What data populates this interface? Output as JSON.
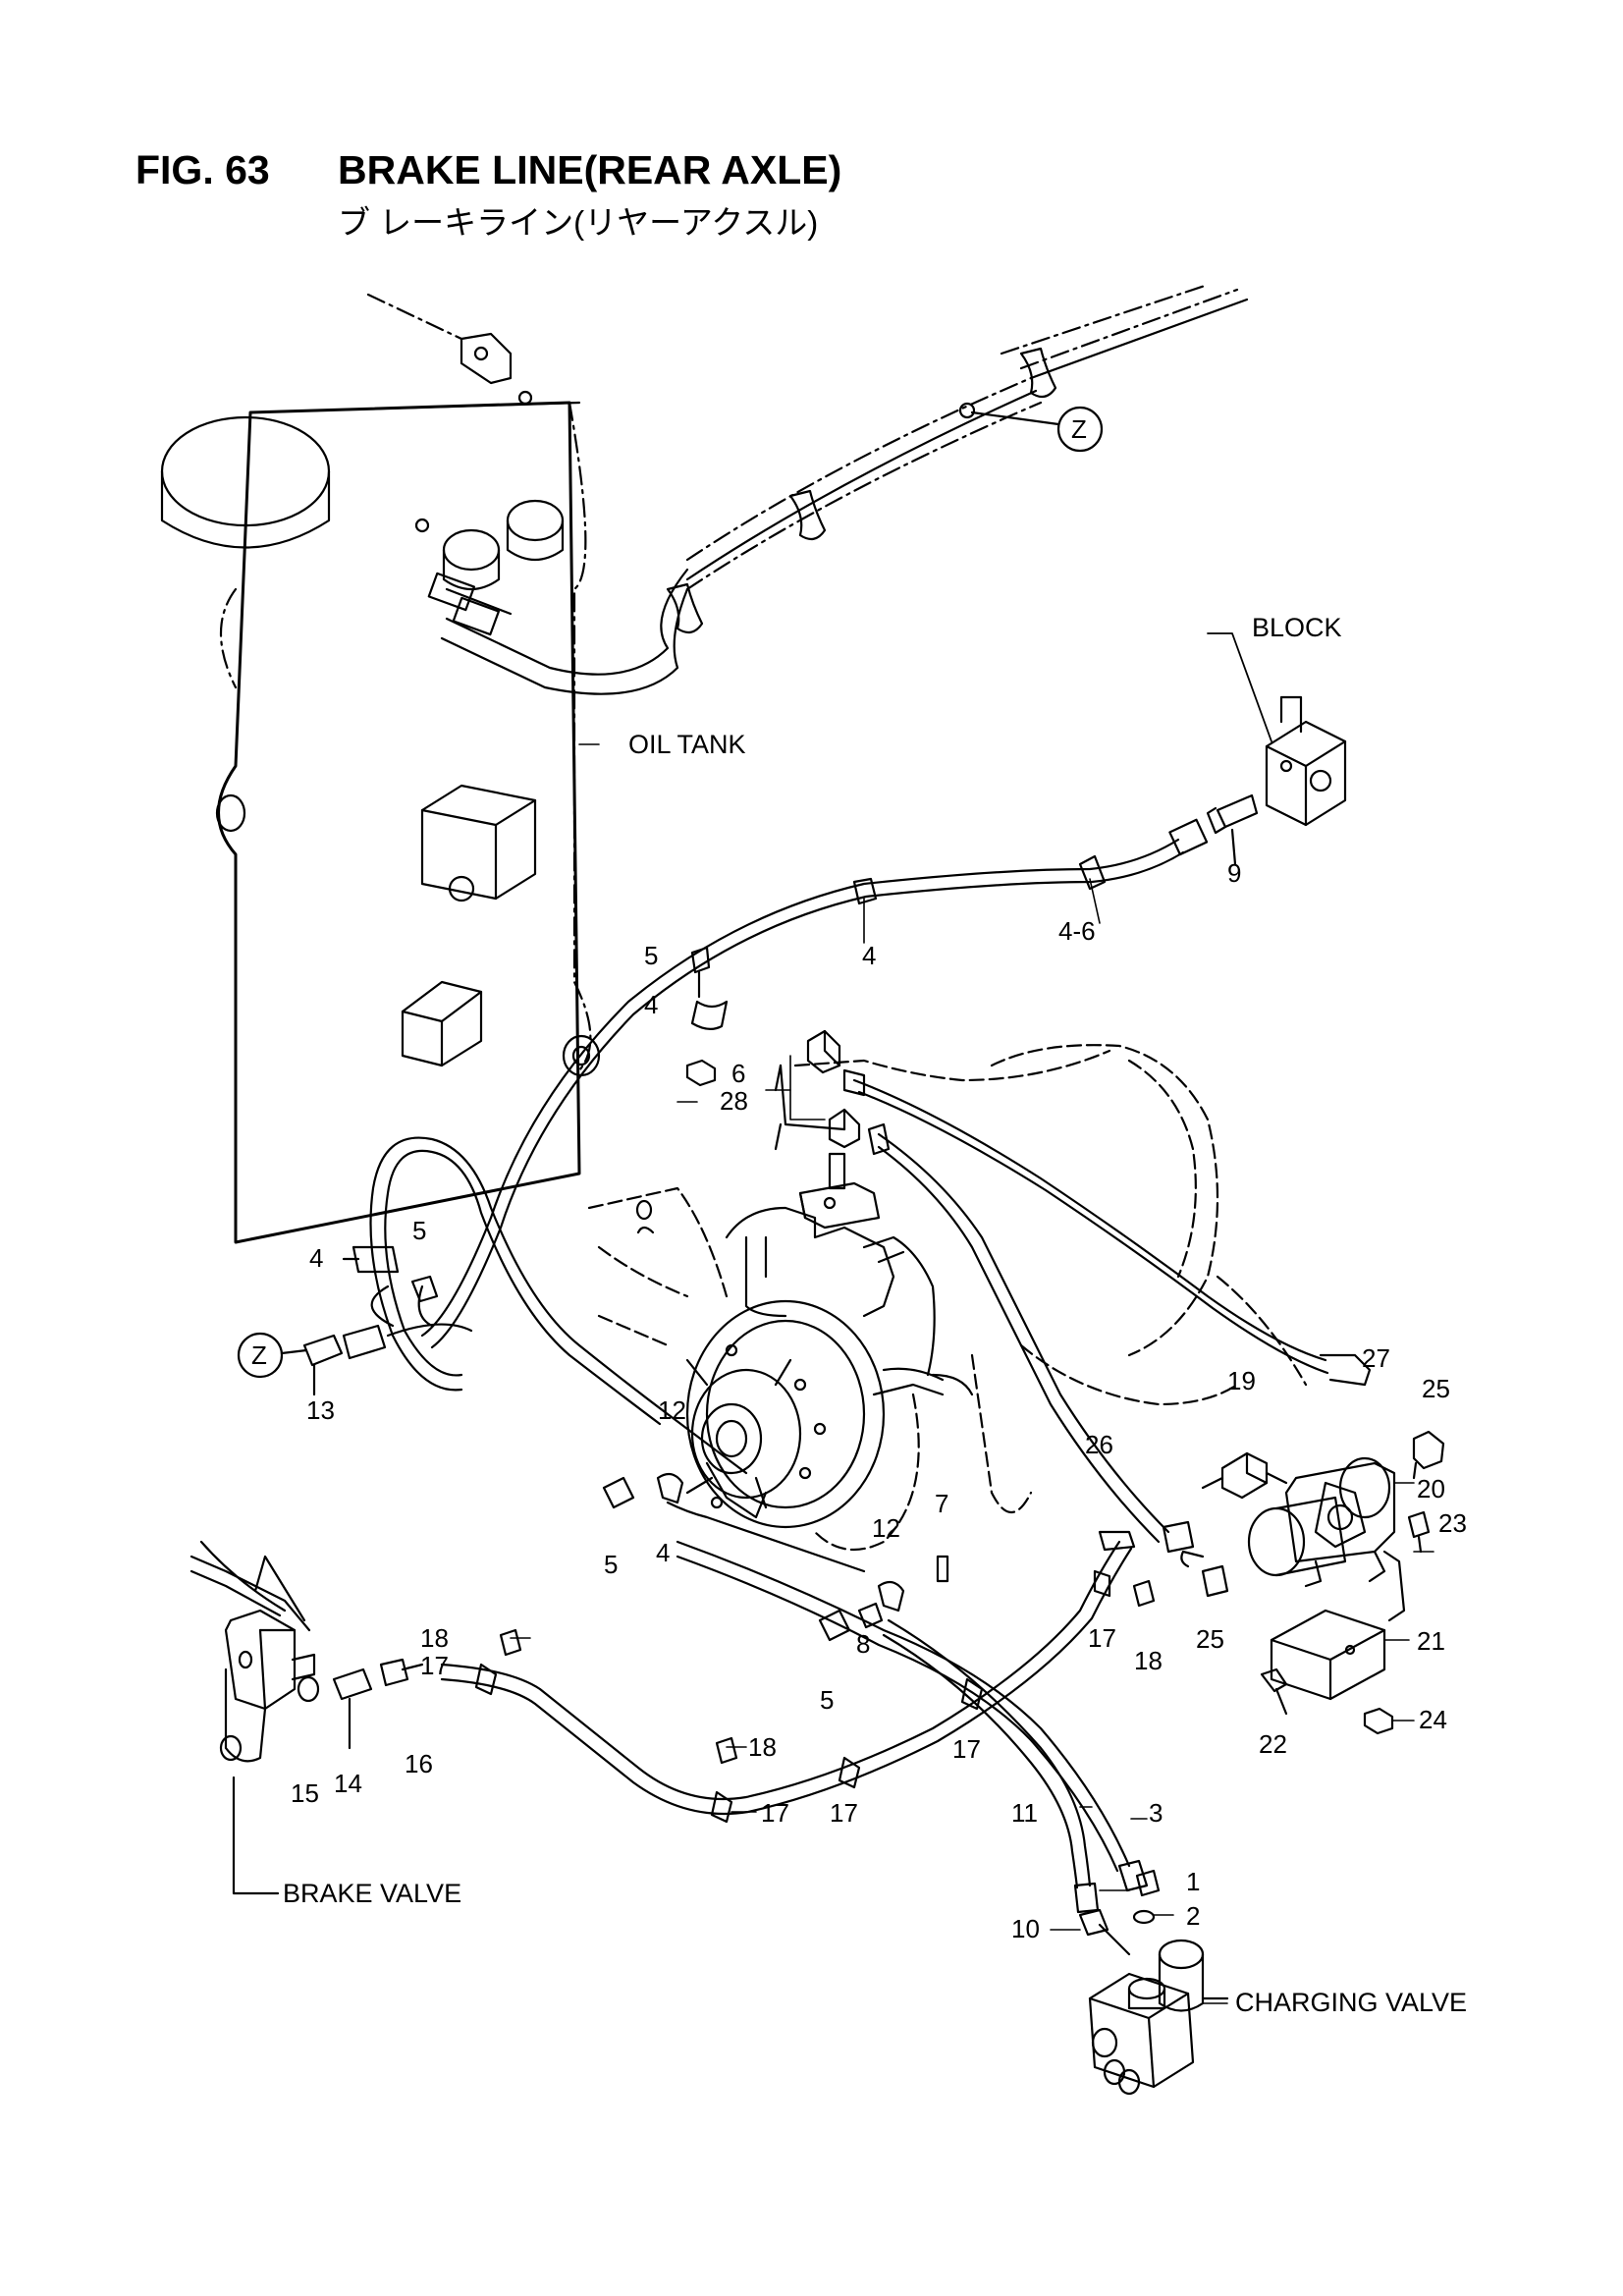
{
  "header": {
    "fig_number": "FIG. 63",
    "title": "BRAKE LINE(REAR AXLE)",
    "subtitle": "ブ レーキライン(リヤーアクスル)"
  },
  "labels": {
    "block": "BLOCK",
    "oil_tank": "OIL TANK",
    "brake_valve": "BRAKE VALVE",
    "charging_valve": "CHARGING VALVE",
    "ref_z_top": "Z",
    "ref_z_left": "Z"
  },
  "parts": {
    "p1": "1",
    "p2": "2",
    "p3": "3",
    "p4a": "4",
    "p4b": "4",
    "p4c": "4",
    "p4d": "4",
    "p4_6": "4-6",
    "p5a": "5",
    "p5b": "5",
    "p5c": "5",
    "p5d": "5",
    "p6": "6",
    "p7": "7",
    "p8": "8",
    "p9": "9",
    "p10": "10",
    "p11": "11",
    "p12a": "12",
    "p12b": "12",
    "p13": "13",
    "p14": "14",
    "p15": "15",
    "p16": "16",
    "p17a": "17",
    "p17b": "17",
    "p17c": "17",
    "p17d": "17",
    "p17e": "17",
    "p18a": "18",
    "p18b": "18",
    "p18c": "18",
    "p19": "19",
    "p20": "20",
    "p21": "21",
    "p22": "22",
    "p23": "23",
    "p24": "24",
    "p25a": "25",
    "p25b": "25",
    "p26": "26",
    "p27": "27",
    "p28": "28"
  },
  "colors": {
    "ink": "#000000",
    "paper": "#ffffff"
  }
}
